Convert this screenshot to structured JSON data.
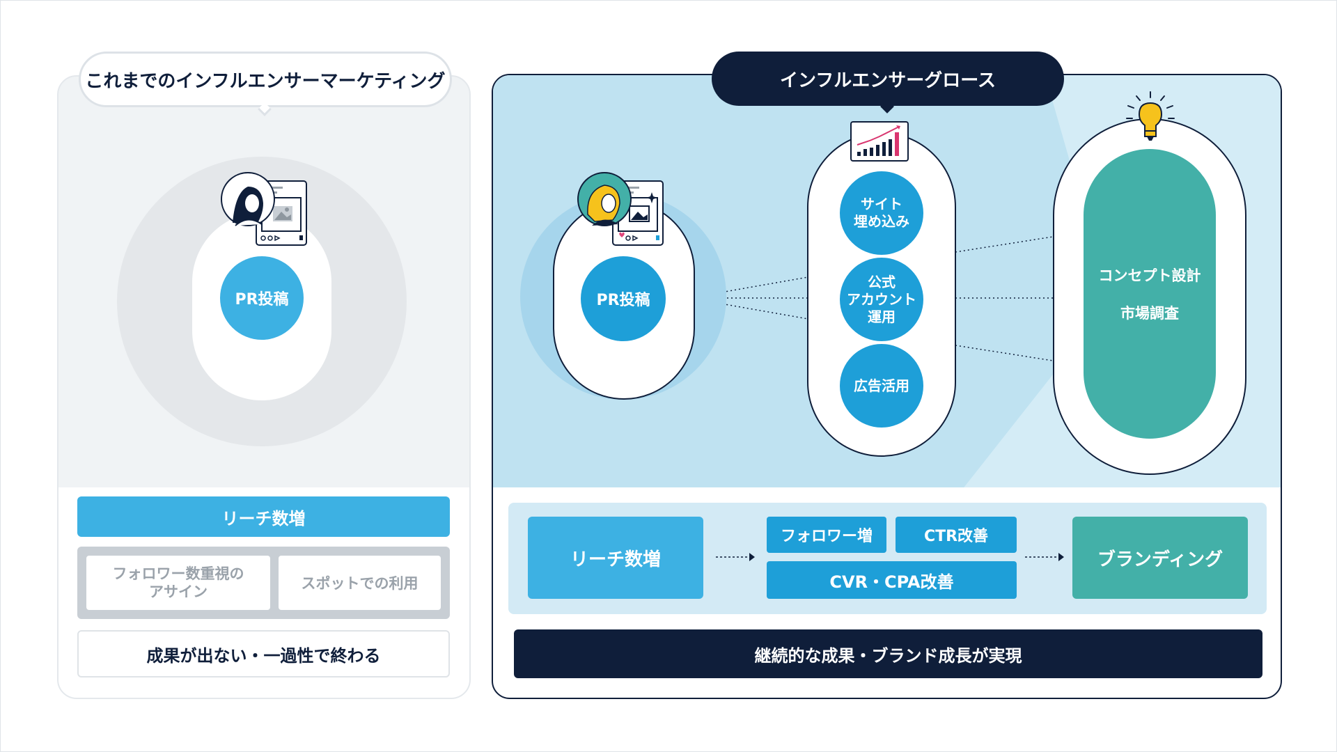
{
  "left": {
    "title": "これまでのインフルエンサーマーケティング",
    "pr_label": "PR投稿",
    "reach": "リーチ数増",
    "chip1": "フォロワー数重視の\nアサイン",
    "chip2": "スポットでの利用",
    "result": "成果が出ない・一過性で終わる"
  },
  "right": {
    "title": "インフルエンサーグロース",
    "pr_label": "PR投稿",
    "mid": [
      "サイト\n埋め込み",
      "公式\nアカウント\n運用",
      "広告活用"
    ],
    "concept": [
      "コンセプト設計",
      "市場調査"
    ],
    "flow": {
      "reach": "リーチ数増",
      "follow": "フォロワー増",
      "ctr": "CTR改善",
      "cvr": "CVR・CPA改善",
      "brand": "ブランディング"
    },
    "result": "継続的な成果・ブランド成長が実現"
  },
  "colors": {
    "navy": "#0f1e3a",
    "blue": "#1e9fd8",
    "light_blue": "#3db1e3",
    "teal": "#43b0a8",
    "bulb": "#f6c21c"
  }
}
